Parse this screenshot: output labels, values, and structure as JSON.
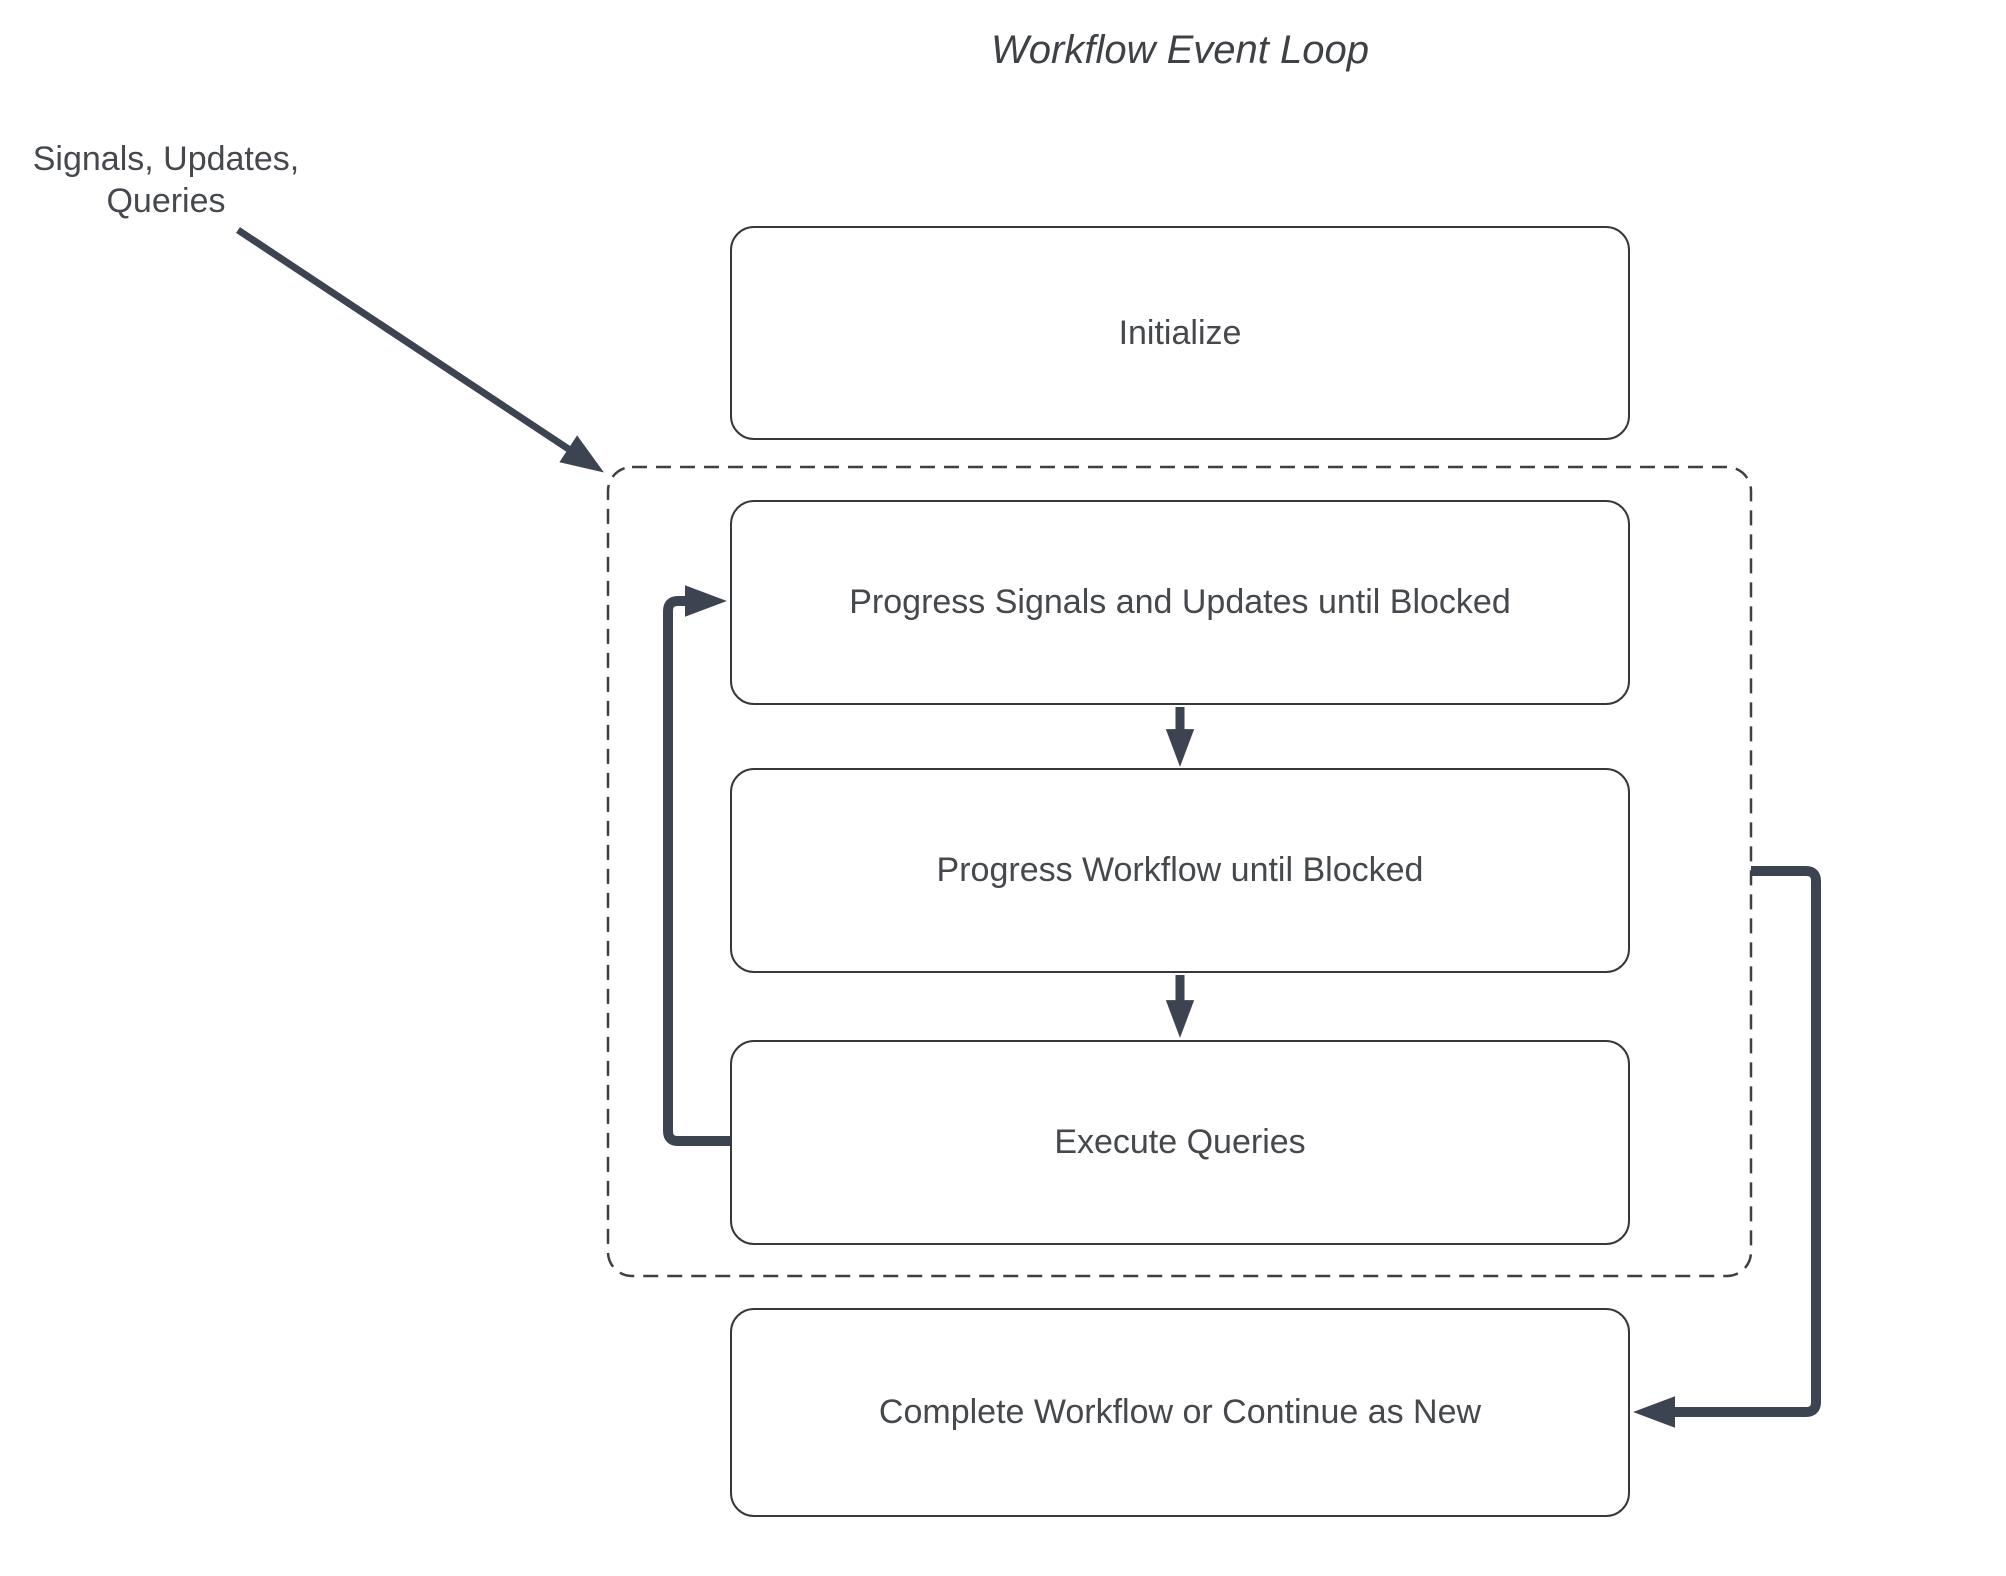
{
  "diagram": {
    "title": "Workflow Event Loop",
    "external_input_label": "Signals, Updates,\nQueries",
    "nodes": [
      {
        "id": "initialize",
        "label": "Initialize"
      },
      {
        "id": "progress-signals",
        "label": "Progress Signals and Updates until Blocked"
      },
      {
        "id": "progress-workflow",
        "label": "Progress Workflow until Blocked"
      },
      {
        "id": "execute-queries",
        "label": "Execute Queries"
      },
      {
        "id": "complete",
        "label": "Complete Workflow or Continue as New"
      }
    ],
    "containers": [
      {
        "id": "event-loop",
        "label": "",
        "style": "dashed",
        "contains": [
          "progress-signals",
          "progress-workflow",
          "execute-queries"
        ]
      }
    ],
    "edges": [
      {
        "from": "external-input",
        "to": "event-loop",
        "style": "thin-arrow"
      },
      {
        "from": "progress-signals",
        "to": "progress-workflow",
        "style": "thick-arrow"
      },
      {
        "from": "progress-workflow",
        "to": "execute-queries",
        "style": "thick-arrow"
      },
      {
        "from": "execute-queries",
        "to": "progress-signals",
        "style": "thick-elbow-arrow"
      },
      {
        "from": "event-loop",
        "to": "complete",
        "style": "thick-elbow-arrow"
      }
    ],
    "colors": {
      "background": "#ffffff",
      "connector": "#3d4451",
      "box_border": "#35383c",
      "dashed_border": "#3c4043",
      "text": "#45484c",
      "title": "#3e4145"
    }
  }
}
